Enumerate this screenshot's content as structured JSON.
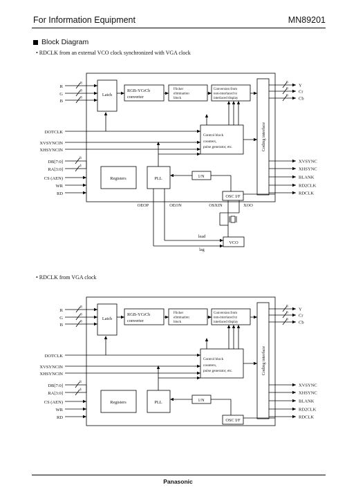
{
  "header": {
    "left": "For Information Equipment",
    "right": "MN89201"
  },
  "section_title": "Block Diagram",
  "captions": [
    "• RDCLK from an external VCO clock synchronized with VGA clock",
    "• RDCLK from VGA clock"
  ],
  "blocks": {
    "latch": "Latch",
    "rgb_converter": [
      "RGB-YCrCb",
      "converter"
    ],
    "flicker": [
      "Flicker",
      "elimination",
      "block"
    ],
    "conversion": [
      "Conversion from",
      "non-interlaced to",
      "interlaced display"
    ],
    "coding": "Coding interface",
    "control": [
      "Control block",
      "counters,",
      "pulse generator, etc."
    ],
    "registers": "Registers",
    "pll": "PLL",
    "one_over_n": "1/N",
    "osc": "OSC I/F",
    "vco": "VCO"
  },
  "inputs": [
    "R",
    "G",
    "B",
    "DOTCLK",
    "XVSYNCIN",
    "XHSYNCIN",
    "DB[7:0]",
    "RA[3:0]",
    "CS (AEN)",
    "WR",
    "RD"
  ],
  "outputs_top": [
    "Y",
    "Cr",
    "Cb"
  ],
  "outputs": [
    "XVSYNC",
    "XHSYNC",
    "BLANK",
    "RD2CLK",
    "RDCLK"
  ],
  "bus_widths": {
    "rgb": "8",
    "db": "8",
    "ra": "4"
  },
  "external_pins": [
    "OEOP",
    "OEON",
    "OSXIN",
    "XOO"
  ],
  "vco_signals": {
    "lead": "lead",
    "lag": "lag"
  },
  "footer": "Panasonic"
}
